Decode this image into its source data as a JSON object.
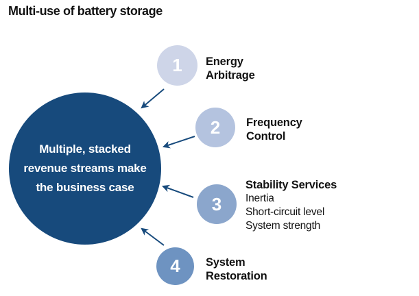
{
  "title": "Multi-use of battery storage",
  "hub": {
    "text": "Multiple, stacked revenue streams make the business case",
    "lines": [
      "Multiple, stacked",
      "revenue streams make",
      "the business case"
    ]
  },
  "items": [
    {
      "number": "1",
      "label": "Energy Arbitrage",
      "label_lines": [
        "Energy",
        "Arbitrage"
      ],
      "details": []
    },
    {
      "number": "2",
      "label": "Frequency Control",
      "label_lines": [
        "Frequency",
        "Control"
      ],
      "details": []
    },
    {
      "number": "3",
      "label": "Stability Services",
      "label_lines": [
        "Stability Services"
      ],
      "details": [
        "Inertia",
        "Short-circuit level",
        "System strength"
      ]
    },
    {
      "number": "4",
      "label": "System Restoration",
      "label_lines": [
        "System",
        "Restoration"
      ],
      "details": []
    }
  ],
  "colors": {
    "primary": "#174A7C",
    "hub_text": "#FFFFFF",
    "number_text": "#FFFFFF",
    "label_text": "#121212",
    "item1_circle": "#CED5E8",
    "item2_circle": "#B4C3DF",
    "item3_circle": "#8BA6CC",
    "item4_circle": "#6E93C1"
  }
}
